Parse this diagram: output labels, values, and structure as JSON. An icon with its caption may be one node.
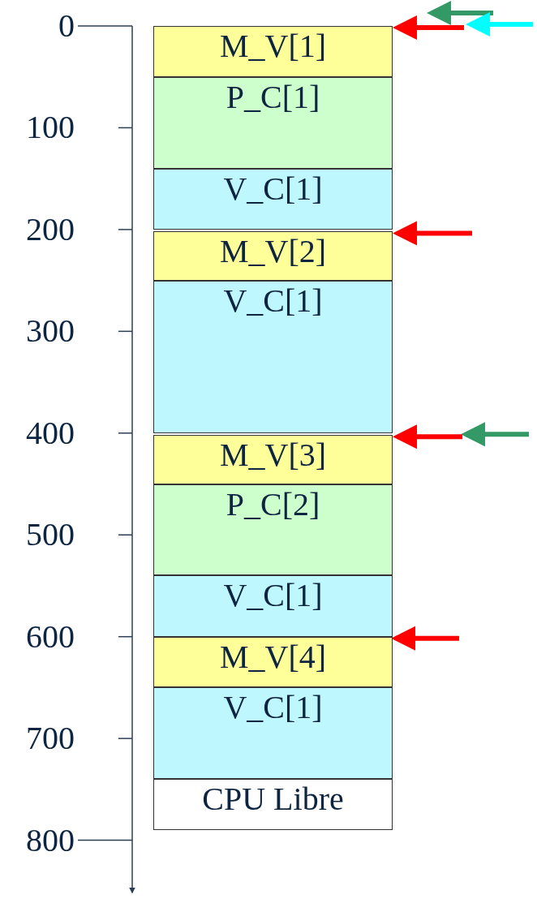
{
  "diagram": {
    "nodes": [
      {
        "text": [
          "M_V[1]"
        ]
      },
      {
        "text": [
          "P_C[1]"
        ]
      },
      {
        "text": [
          "V_C[1]"
        ]
      },
      {
        "text": [
          "M_V[2]"
        ]
      },
      {
        "text": [
          "V_C[1]"
        ]
      },
      {
        "text": [
          "M_V[3]"
        ]
      },
      {
        "text": [
          "P_C[2]"
        ]
      },
      {
        "text": [
          "V_C[1]"
        ]
      },
      {
        "text": [
          "M_V[4]"
        ]
      },
      {
        "text": [
          "V_C[1]"
        ]
      },
      {
        "text": [
          "CPU Libre"
        ]
      }
    ],
    "edges": [
      {
        "from": null,
        "to": 0,
        "arrow": "to"
      },
      {
        "from": null,
        "to": 3,
        "arrow": "to"
      },
      {
        "from": null,
        "to": 5,
        "arrow": "to"
      },
      {
        "from": null,
        "to": 8,
        "arrow": "to"
      }
    ],
    "labels": [
      "0",
      "100",
      "200",
      "300",
      "400",
      "500",
      "600",
      "700",
      "800"
    ]
  }
}
